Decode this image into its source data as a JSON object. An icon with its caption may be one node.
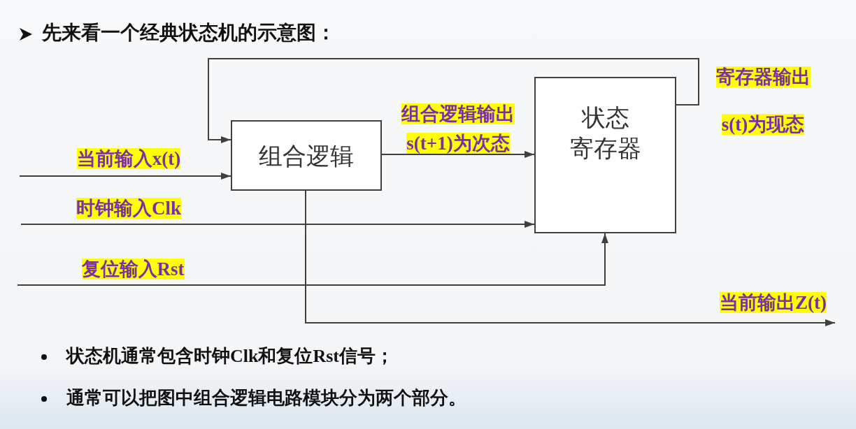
{
  "diagram": {
    "title": "先来看一个经典状态机的示意图：",
    "nodes": [
      {
        "text": [
          "组合逻辑"
        ]
      },
      {
        "text": [
          "状态寄存器"
        ]
      }
    ],
    "edges": [
      {
        "from": null,
        "to": 0,
        "arrow": "to",
        "label": "当前输入x(t)"
      },
      {
        "from": null,
        "to": 1,
        "arrow": "to",
        "label": "时钟输入Clk"
      },
      {
        "from": null,
        "to": 1,
        "arrow": "to",
        "label": "复位输入Rst"
      },
      {
        "from": 0,
        "to": 1,
        "arrow": "to",
        "label": "组合逻辑输出s(t+1)为次态"
      },
      {
        "from": 1,
        "to": 0,
        "arrow": "to",
        "label": "寄存器输出s(t)为现态"
      },
      {
        "from": 0,
        "to": null,
        "arrow": "to",
        "label": "当前输出Z(t)"
      }
    ],
    "labels": [
      "状态机通常包含时钟Clk和复位Rst信号；",
      "通常可以把图中组合逻辑电路模块分为两个部分。"
    ]
  }
}
